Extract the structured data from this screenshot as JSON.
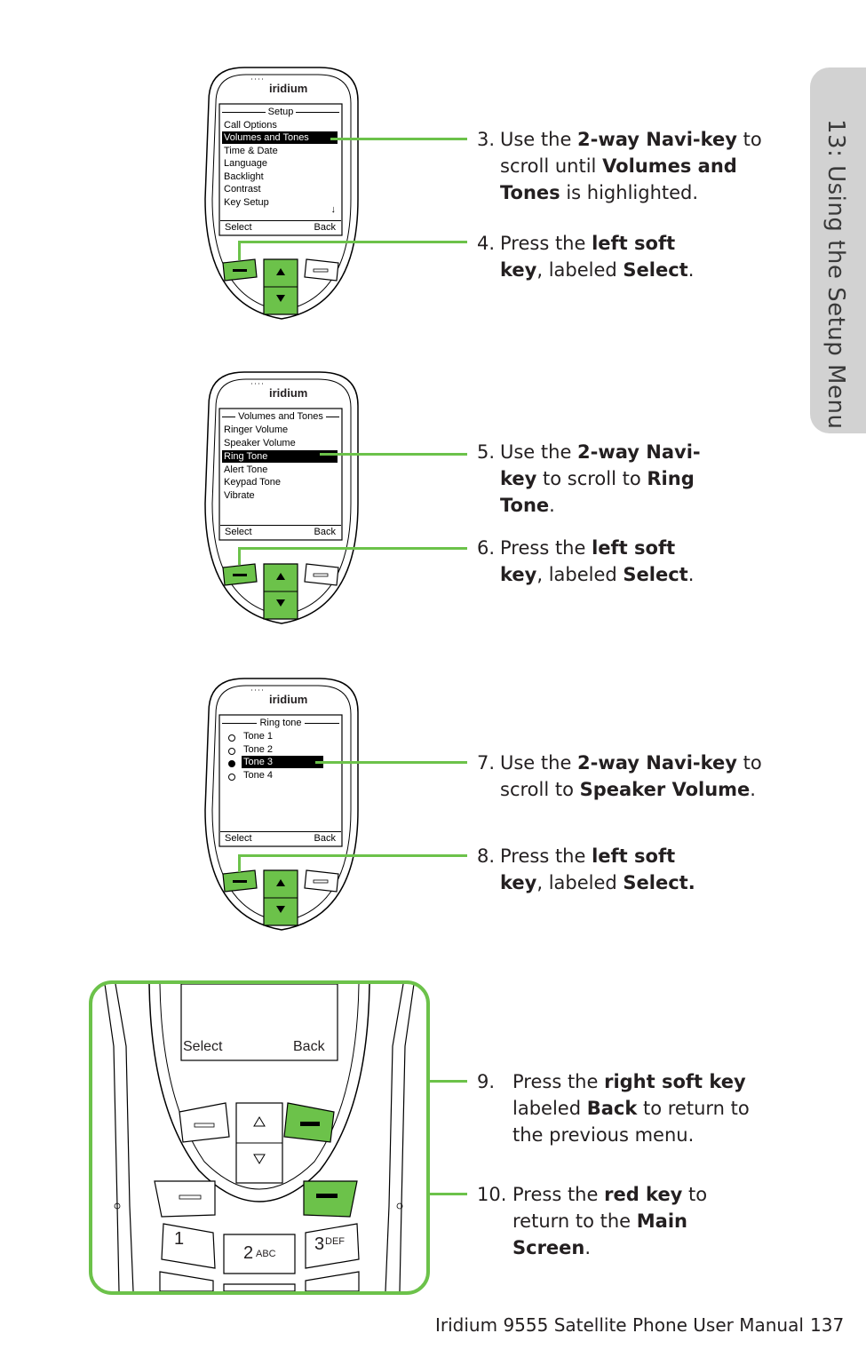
{
  "side_tab": "13: Using the Setup Menu",
  "brand": "iridium",
  "screens": [
    {
      "title": "Setup",
      "items": [
        "Call Options",
        "Volumes and Tones",
        "Time & Date",
        "Language",
        "Backlight",
        "Contrast",
        "Key Setup"
      ],
      "highlighted_index": 1,
      "scroll_arrow": "↓",
      "left_soft": "Select",
      "right_soft": "Back"
    },
    {
      "title": "Volumes and Tones",
      "items": [
        "Ringer Volume",
        "Speaker Volume",
        "Ring Tone",
        "Alert Tone",
        "Keypad Tone",
        "Vibrate"
      ],
      "highlighted_index": 2,
      "left_soft": "Select",
      "right_soft": "Back"
    },
    {
      "title": "Ring tone",
      "items": [
        "Tone 1",
        "Tone 2",
        "Tone 3",
        "Tone 4"
      ],
      "highlighted_index": 2,
      "selected_index": 2,
      "left_soft": "Select",
      "right_soft": "Back"
    }
  ],
  "closeup": {
    "left_soft": "Select",
    "right_soft": "Back",
    "keys": [
      "1",
      "2",
      "ABC",
      "3",
      "DEF"
    ]
  },
  "steps": {
    "s3": {
      "num": "3.",
      "a": "Use the ",
      "b1": "2-way Navi-key",
      "c": " to scroll until ",
      "b2": "Volumes and Tones",
      "d": " is highlighted."
    },
    "s4": {
      "num": "4.",
      "a": "Press the ",
      "b1": "left soft key",
      "c": ", labeled ",
      "b2": "Select",
      "d": "."
    },
    "s5": {
      "num": "5.",
      "a": "Use the ",
      "b1": "2-way Navi-key",
      "c": " to scroll to ",
      "b2": "Ring Tone",
      "d": "."
    },
    "s6": {
      "num": "6.",
      "a": "Press the ",
      "b1": "left soft key",
      "c": ", labeled ",
      "b2": "Select",
      "d": "."
    },
    "s7": {
      "num": "7.",
      "a": "Use the ",
      "b1": "2-way Navi-key",
      "c": " to scroll to ",
      "b2": "Speaker Volume",
      "d": "."
    },
    "s8": {
      "num": "8.",
      "a": "Press the ",
      "b1": "left soft key",
      "c": ", labeled ",
      "b2": "Select.",
      "d": ""
    },
    "s9": {
      "num": "9.",
      "a": "Press the ",
      "b1": "right soft key",
      "c": " labeled ",
      "b2": "Back",
      "d": " to return to the previous menu."
    },
    "s10": {
      "num": "10.",
      "a": "Press the ",
      "b1": "red key",
      "c": " to return to the ",
      "b2": "Main Screen",
      "d": "."
    }
  },
  "footer": {
    "manual": "Iridium 9555 Satellite Phone User Manual",
    "page": "137"
  },
  "colors": {
    "accent": "#6cc24a",
    "tab": "#d2d2d2"
  }
}
